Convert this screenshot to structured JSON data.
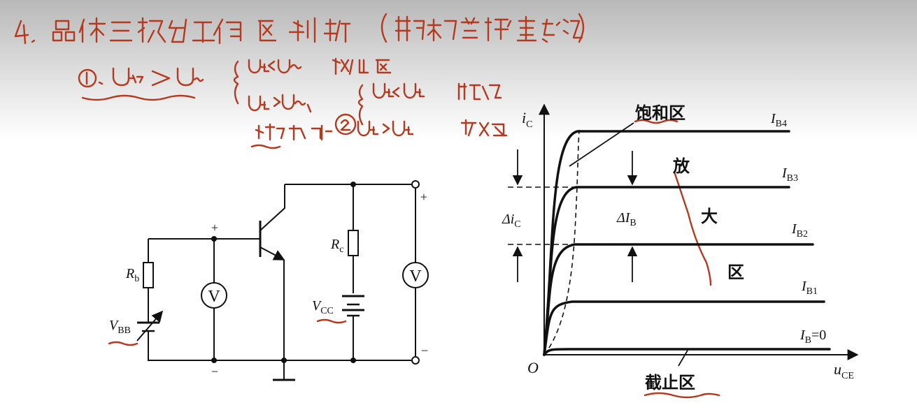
{
  "circuit": {
    "rb": "R",
    "rb_sub": "b",
    "rc": "R",
    "rc_sub": "c",
    "vbb": "V",
    "vbb_sub": "BB",
    "vcc": "V",
    "vcc_sub": "CC",
    "meter": "V",
    "plus": "+",
    "minus": "−"
  },
  "graph": {
    "ic": "i",
    "ic_sub": "C",
    "uce": "u",
    "uce_sub": "CE",
    "origin": "O",
    "delta_ic": "Δi",
    "delta_ic_sub": "C",
    "delta_ib": "ΔI",
    "delta_ib_sub": "B",
    "ib4": "I",
    "ib4_sub": "B4",
    "ib3": "I",
    "ib3_sub": "B3",
    "ib2": "I",
    "ib2_sub": "B2",
    "ib1": "I",
    "ib1_sub": "B1",
    "ib0": "I",
    "ib0_sub": "B",
    "ib0_eq": "=0",
    "sat_region": "饱和区",
    "amp_1": "放",
    "amp_2": "大",
    "amp_3": "区",
    "cut_region": "截止区"
  },
  "colors": {
    "ink": "#111111",
    "handwriting": "#b5391f"
  }
}
